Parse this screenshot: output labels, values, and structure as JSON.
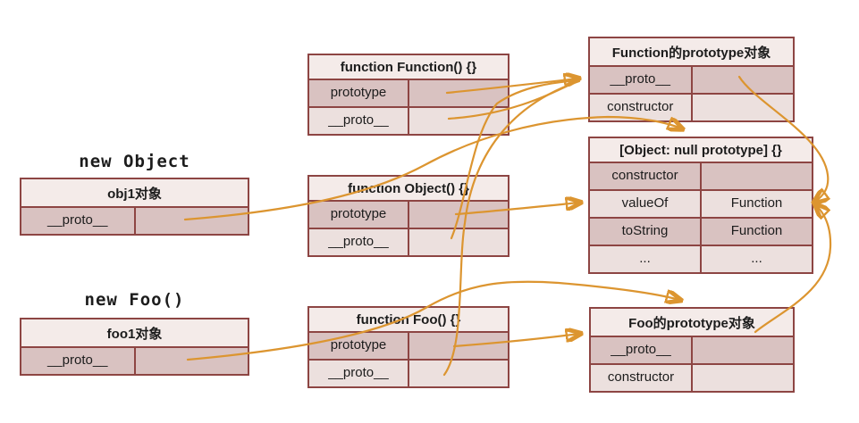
{
  "labels": {
    "new_object": "new Object",
    "new_foo": "new Foo()"
  },
  "tables": {
    "obj1": {
      "title": "obj1对象",
      "rows": [
        {
          "key": "__proto__",
          "value": ""
        }
      ]
    },
    "foo1": {
      "title": "foo1对象",
      "rows": [
        {
          "key": "__proto__",
          "value": ""
        }
      ]
    },
    "fn_function": {
      "title": "function Function() {}",
      "rows": [
        {
          "key": "prototype",
          "value": ""
        },
        {
          "key": "__proto__",
          "value": ""
        }
      ]
    },
    "fn_object": {
      "title": "function Object() {}",
      "rows": [
        {
          "key": "prototype",
          "value": ""
        },
        {
          "key": "__proto__",
          "value": ""
        }
      ]
    },
    "fn_foo": {
      "title": "function Foo() {}",
      "rows": [
        {
          "key": "prototype",
          "value": ""
        },
        {
          "key": "__proto__",
          "value": ""
        }
      ]
    },
    "function_prototype": {
      "title": "Function的prototype对象",
      "rows": [
        {
          "key": "__proto__",
          "value": ""
        },
        {
          "key": "constructor",
          "value": ""
        }
      ]
    },
    "object_prototype": {
      "title": "[Object: null prototype] {}",
      "rows": [
        {
          "key": "constructor",
          "value": ""
        },
        {
          "key": "valueOf",
          "value": "Function"
        },
        {
          "key": "toString",
          "value": "Function"
        },
        {
          "key": "...",
          "value": "..."
        }
      ]
    },
    "foo_prototype": {
      "title": "Foo的prototype对象",
      "rows": [
        {
          "key": "__proto__",
          "value": ""
        },
        {
          "key": "constructor",
          "value": ""
        }
      ]
    }
  },
  "arrows": [
    {
      "from": "function Function().prototype",
      "to": "Function的prototype对象"
    },
    {
      "from": "function Function().__proto__",
      "to": "Function的prototype对象"
    },
    {
      "from": "function Object().__proto__",
      "to": "Function的prototype对象"
    },
    {
      "from": "function Foo().__proto__",
      "to": "Function的prototype对象"
    },
    {
      "from": "obj1对象.__proto__",
      "to": "[Object: null prototype] {}"
    },
    {
      "from": "function Object().prototype",
      "to": "[Object: null prototype] {}"
    },
    {
      "from": "Function的prototype对象.__proto__",
      "to": "[Object: null prototype] {}"
    },
    {
      "from": "Foo的prototype对象.__proto__",
      "to": "[Object: null prototype] {}"
    },
    {
      "from": "foo1对象.__proto__",
      "to": "Foo的prototype对象"
    },
    {
      "from": "function Foo().prototype",
      "to": "Foo的prototype对象"
    }
  ],
  "colors": {
    "border": "#8d4543",
    "row_dark": "#d9c2c1",
    "row_light": "#ece0de",
    "header_bg": "#f4ebe9",
    "arrow": "#dc9530",
    "background": "#ffffff"
  }
}
